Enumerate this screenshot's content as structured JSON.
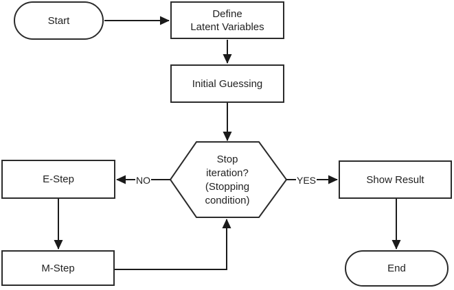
{
  "diagram": {
    "type": "flowchart",
    "colors": {
      "background": "#ffffff",
      "stroke": "#2b2b2b",
      "text": "#1f1f1f"
    },
    "nodes": {
      "start": {
        "shape": "stadium",
        "label": "Start"
      },
      "define_latent_variables": {
        "shape": "rectangle",
        "lines": [
          "Define",
          "Latent Variables"
        ]
      },
      "initial_guessing": {
        "shape": "rectangle",
        "label": "Initial Guessing"
      },
      "stop_iteration": {
        "shape": "hexagon",
        "lines": [
          "Stop",
          "iteration?",
          "(Stopping",
          "condition)"
        ]
      },
      "e_step": {
        "shape": "rectangle",
        "label": "E-Step"
      },
      "m_step": {
        "shape": "rectangle",
        "label": "M-Step"
      },
      "show_result": {
        "shape": "rectangle",
        "label": "Show Result"
      },
      "end": {
        "shape": "stadium",
        "label": "End"
      }
    },
    "edges": {
      "start_to_define": {
        "label": ""
      },
      "define_to_initial": {
        "label": ""
      },
      "initial_to_decision": {
        "label": ""
      },
      "decision_to_estep": {
        "label": "NO"
      },
      "estep_to_mstep": {
        "label": ""
      },
      "mstep_to_decision": {
        "label": ""
      },
      "decision_to_show": {
        "label": "YES"
      },
      "show_to_end": {
        "label": ""
      }
    }
  }
}
